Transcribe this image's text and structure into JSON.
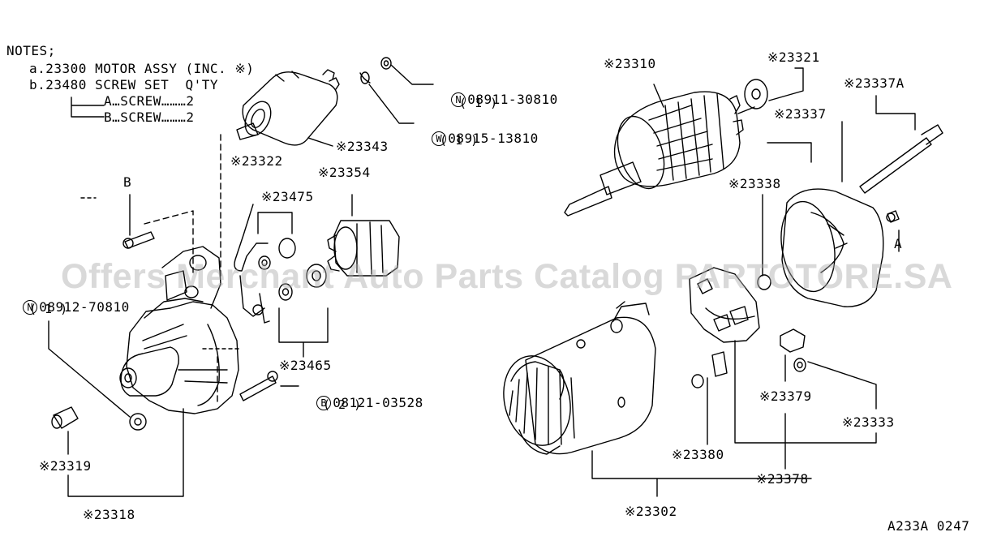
{
  "notes": {
    "header": "NOTES;",
    "line_a": "a.23300 MOTOR ASSY (INC. ※)",
    "line_b": "b.23480 SCREW SET  Q'TY",
    "line_b_a": "A…SCREW………2",
    "line_b_b": "B…SCREW………2"
  },
  "letters": {
    "b_marker": "B",
    "a_marker": "A"
  },
  "parts": {
    "p23343": "※23343",
    "p23322": "※23322",
    "p23475": "※23475",
    "p23354": "※23354",
    "p23465": "※23465",
    "p23319": "※23319",
    "p23318": "※23318",
    "p23310": "※23310",
    "p23321": "※23321",
    "p23337a": "※23337A",
    "p23337": "※23337",
    "p23338": "※23338",
    "p23379": "※23379",
    "p23333": "※23333",
    "p23380": "※23380",
    "p23378": "※23378",
    "p23302": "※23302"
  },
  "fasteners": {
    "n1": {
      "symbol": "N",
      "code": "08911-30810",
      "qty": "( 1 )"
    },
    "w1": {
      "symbol": "W",
      "code": "08915-13810",
      "qty": "( 1 )"
    },
    "n2": {
      "symbol": "N",
      "code": "08912-70810",
      "qty": "( 1 )"
    },
    "b1": {
      "symbol": "B",
      "code": "08121-03528",
      "qty": "( 2 )"
    }
  },
  "watermark": "Offers Merchant Auto Parts Catalog PARTOTORE.SA",
  "diagram_code": "A233A 0247"
}
